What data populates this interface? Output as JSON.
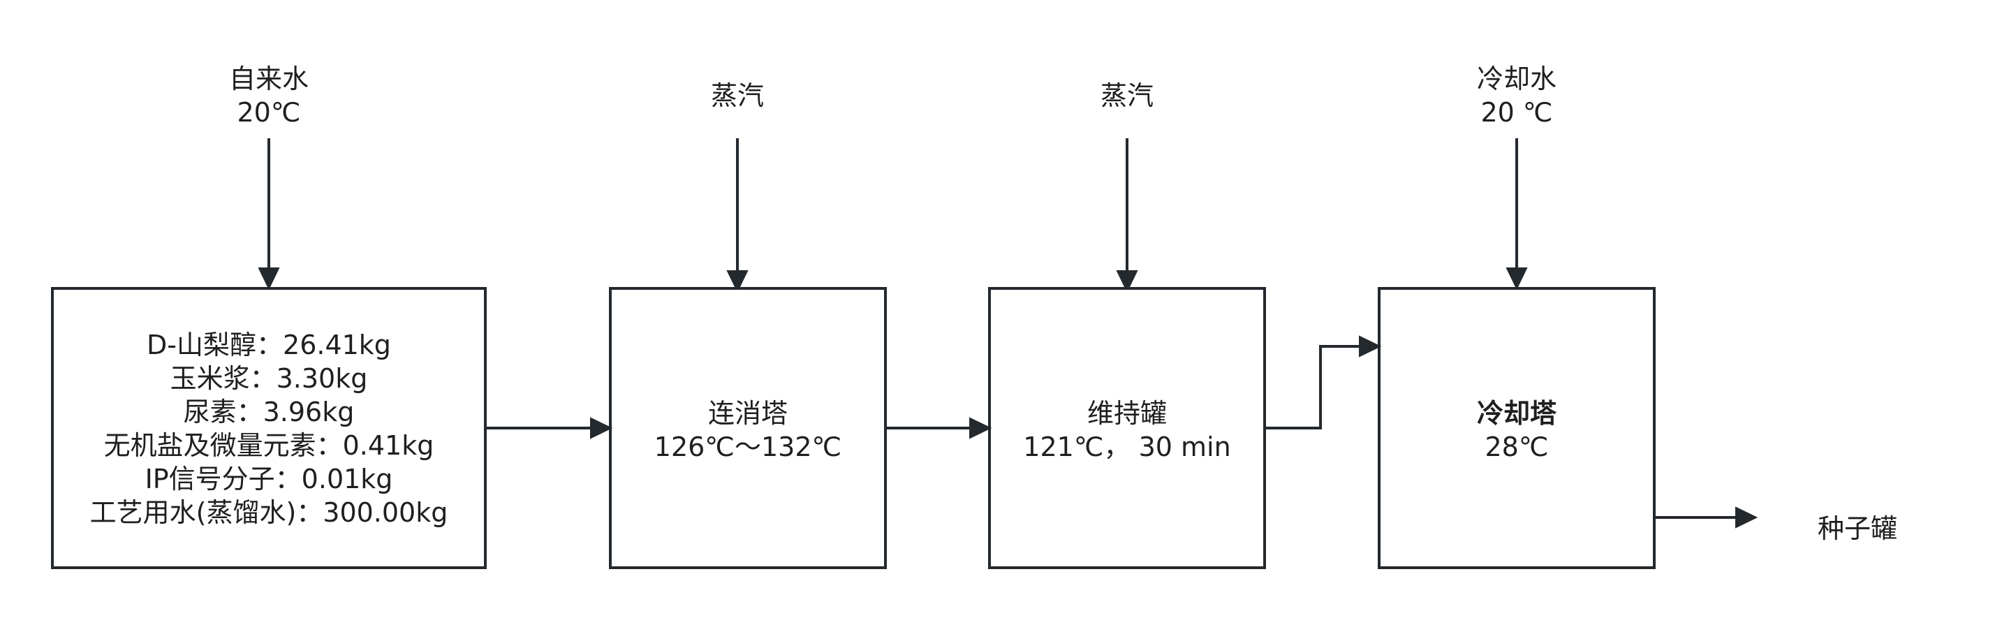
{
  "diagram": {
    "inputs": {
      "tap_water": {
        "name": "自来水",
        "temp": "20℃"
      },
      "steam_1": {
        "name": "蒸汽"
      },
      "steam_2": {
        "name": "蒸汽"
      },
      "cooling_water": {
        "name": "冷却水",
        "temp": "20 ℃"
      }
    },
    "mix_box": {
      "lines": [
        "D-山梨醇：26.41kg",
        "玉米浆：3.30kg",
        "尿素：3.96kg",
        "无机盐及微量元素：0.41kg",
        "IP信号分子：0.01kg",
        "工艺用水(蒸馏水)：300.00kg"
      ]
    },
    "sterilizer": {
      "name": "连消塔",
      "spec": "126℃～132℃"
    },
    "holding_tank": {
      "name": "维持罐",
      "spec": "121℃， 30 min"
    },
    "cooling_tower": {
      "name": "冷却塔",
      "spec": "28℃"
    },
    "output": {
      "name": "种子罐"
    }
  }
}
